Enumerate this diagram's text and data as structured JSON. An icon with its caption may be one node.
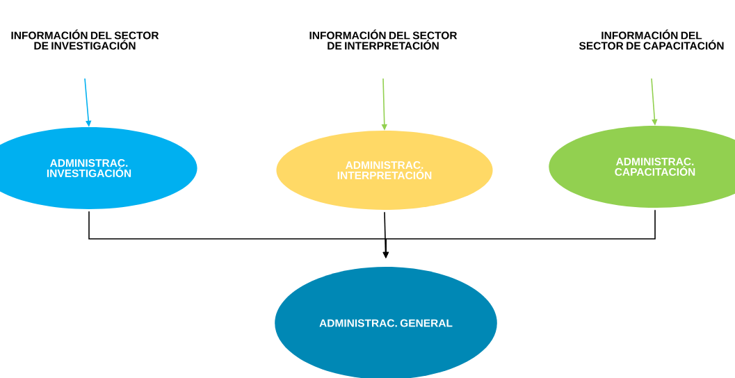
{
  "diagram": {
    "nodes": [
      {
        "text": [
          "INFORMACIÓN DEL SECTOR DE INVESTIGACIÓN"
        ]
      },
      {
        "text": [
          "INFORMACIÓN DEL SECTOR DE INTERPRETACIÓN"
        ]
      },
      {
        "text": [
          "INFORMACIÓN DEL SECTOR DE CAPACITACIÓN"
        ]
      },
      {
        "text": [
          "ADMINISTRAC. INVESTIGACIÓN"
        ]
      },
      {
        "text": [
          "ADMINISTRAC. INTERPRETACIÓN"
        ]
      },
      {
        "text": [
          "ADMINISTRAC. CAPACITACIÓN"
        ]
      },
      {
        "text": [
          "ADMINISTRAC. GENERAL"
        ]
      }
    ],
    "edges": [
      {
        "from": 0,
        "to": 3,
        "arrow": "to",
        "color": "#00b0f0"
      },
      {
        "from": 1,
        "to": 4,
        "arrow": "to",
        "color": "#92d050"
      },
      {
        "from": 2,
        "to": 5,
        "arrow": "to",
        "color": "#92d050"
      },
      {
        "from": 3,
        "to": 6,
        "arrow": "to"
      },
      {
        "from": 4,
        "to": 6,
        "arrow": "to"
      },
      {
        "from": 5,
        "to": 6,
        "arrow": "to"
      }
    ]
  }
}
